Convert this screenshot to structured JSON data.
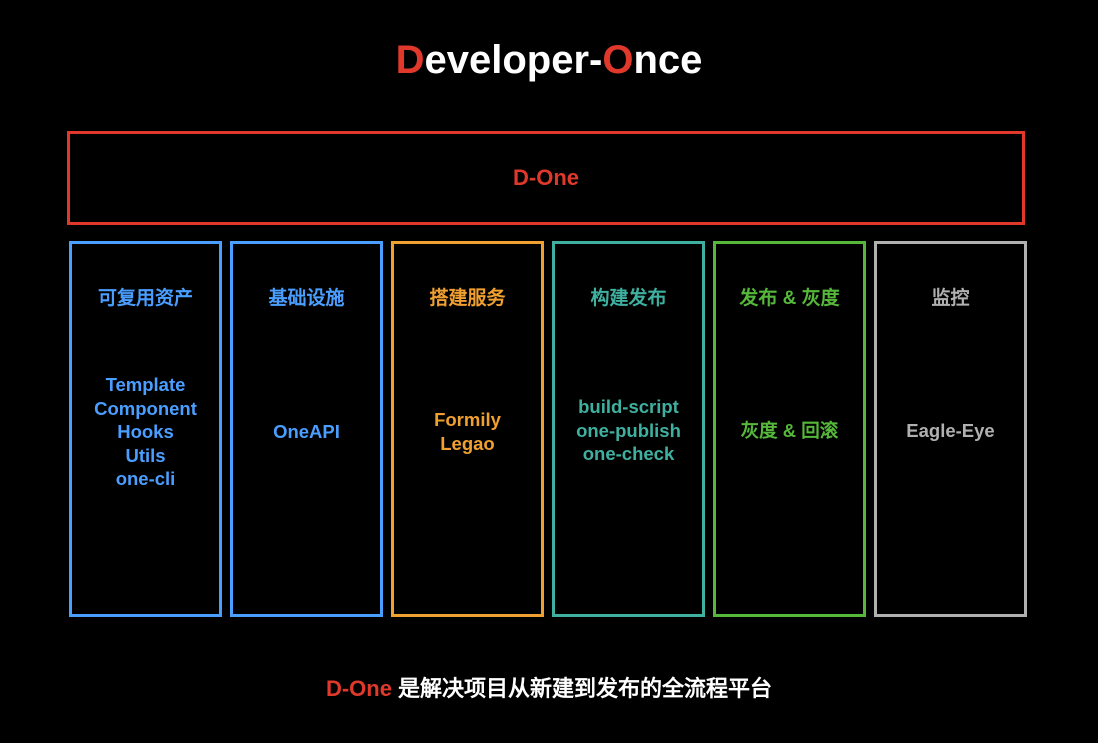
{
  "colors": {
    "accent": "#e0392b",
    "title_plain": "#ffffff",
    "blue": "#4a9eff",
    "orange": "#f0a030",
    "teal": "#3fb0a0",
    "green": "#56b83a",
    "gray": "#b0b0b0"
  },
  "title": {
    "part1_accent": "D",
    "part2": "eveloper-",
    "part3_accent": "O",
    "part4": "nce"
  },
  "banner": {
    "label": "D-One"
  },
  "columns": [
    {
      "title": "可复用资产",
      "color": "#4a9eff",
      "items": [
        "Template",
        "Component",
        "Hooks",
        "Utils",
        "one-cli"
      ]
    },
    {
      "title": "基础设施",
      "color": "#4a9eff",
      "items": [
        "OneAPI"
      ]
    },
    {
      "title": "搭建服务",
      "color": "#f0a030",
      "items": [
        "Formily",
        "Legao"
      ]
    },
    {
      "title": "构建发布",
      "color": "#3fb0a0",
      "items": [
        "build-script",
        "one-publish",
        "one-check"
      ]
    },
    {
      "title": "发布 & 灰度",
      "color": "#56b83a",
      "items": [
        "灰度 & 回滚"
      ]
    },
    {
      "title": "监控",
      "color": "#b0b0b0",
      "items": [
        "Eagle-Eye"
      ]
    }
  ],
  "footer": {
    "brand": "D-One",
    "text": " 是解决项目从新建到发布的全流程平台"
  }
}
